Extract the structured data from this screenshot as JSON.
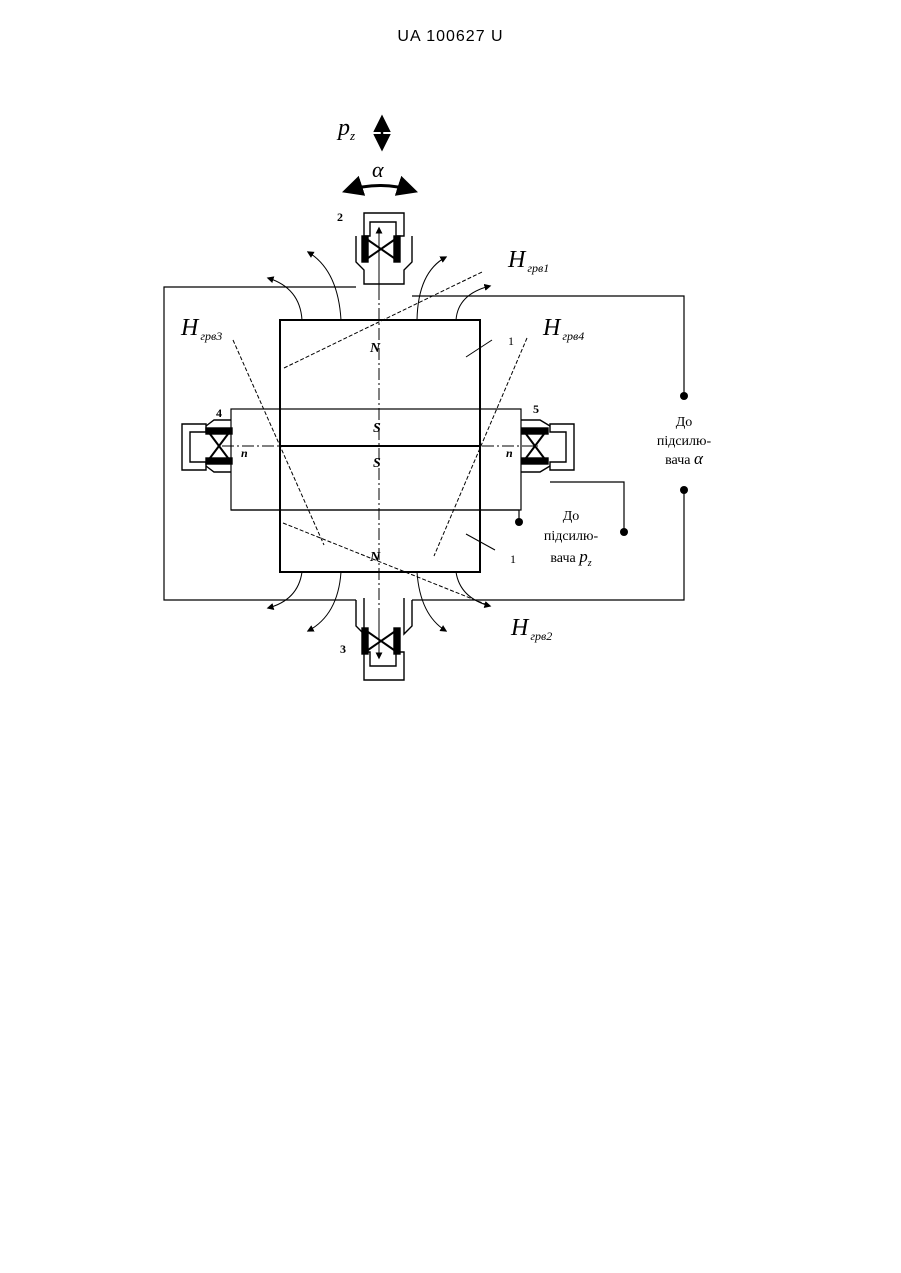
{
  "header": {
    "doc_number": "UA   100627   U"
  },
  "figure": {
    "pz_label": "p",
    "pz_sub": "z",
    "alpha_label": "α",
    "h1_label": "H",
    "h1_sub": "грв1",
    "h2_label": "H",
    "h2_sub": "грв2",
    "h3_label": "H",
    "h3_sub": "грв3",
    "h4_label": "H",
    "h4_sub": "грв4",
    "num_1a": "1",
    "num_1b": "1",
    "num_2": "2",
    "num_3": "3",
    "num_4": "4",
    "num_5": "5",
    "pole_N_top": "N",
    "pole_S_upper": "S",
    "pole_S_lower": "S",
    "pole_N_bottom": "N",
    "n_left": "n",
    "n_right": "n",
    "amp_alpha": {
      "line1": "До",
      "line2": "підсилю-",
      "line3": "вача",
      "sym": "α"
    },
    "amp_pz": {
      "line1": "До",
      "line2": "підсилю-",
      "line3": "вача",
      "sym": "p",
      "sym_sub": "z"
    }
  }
}
